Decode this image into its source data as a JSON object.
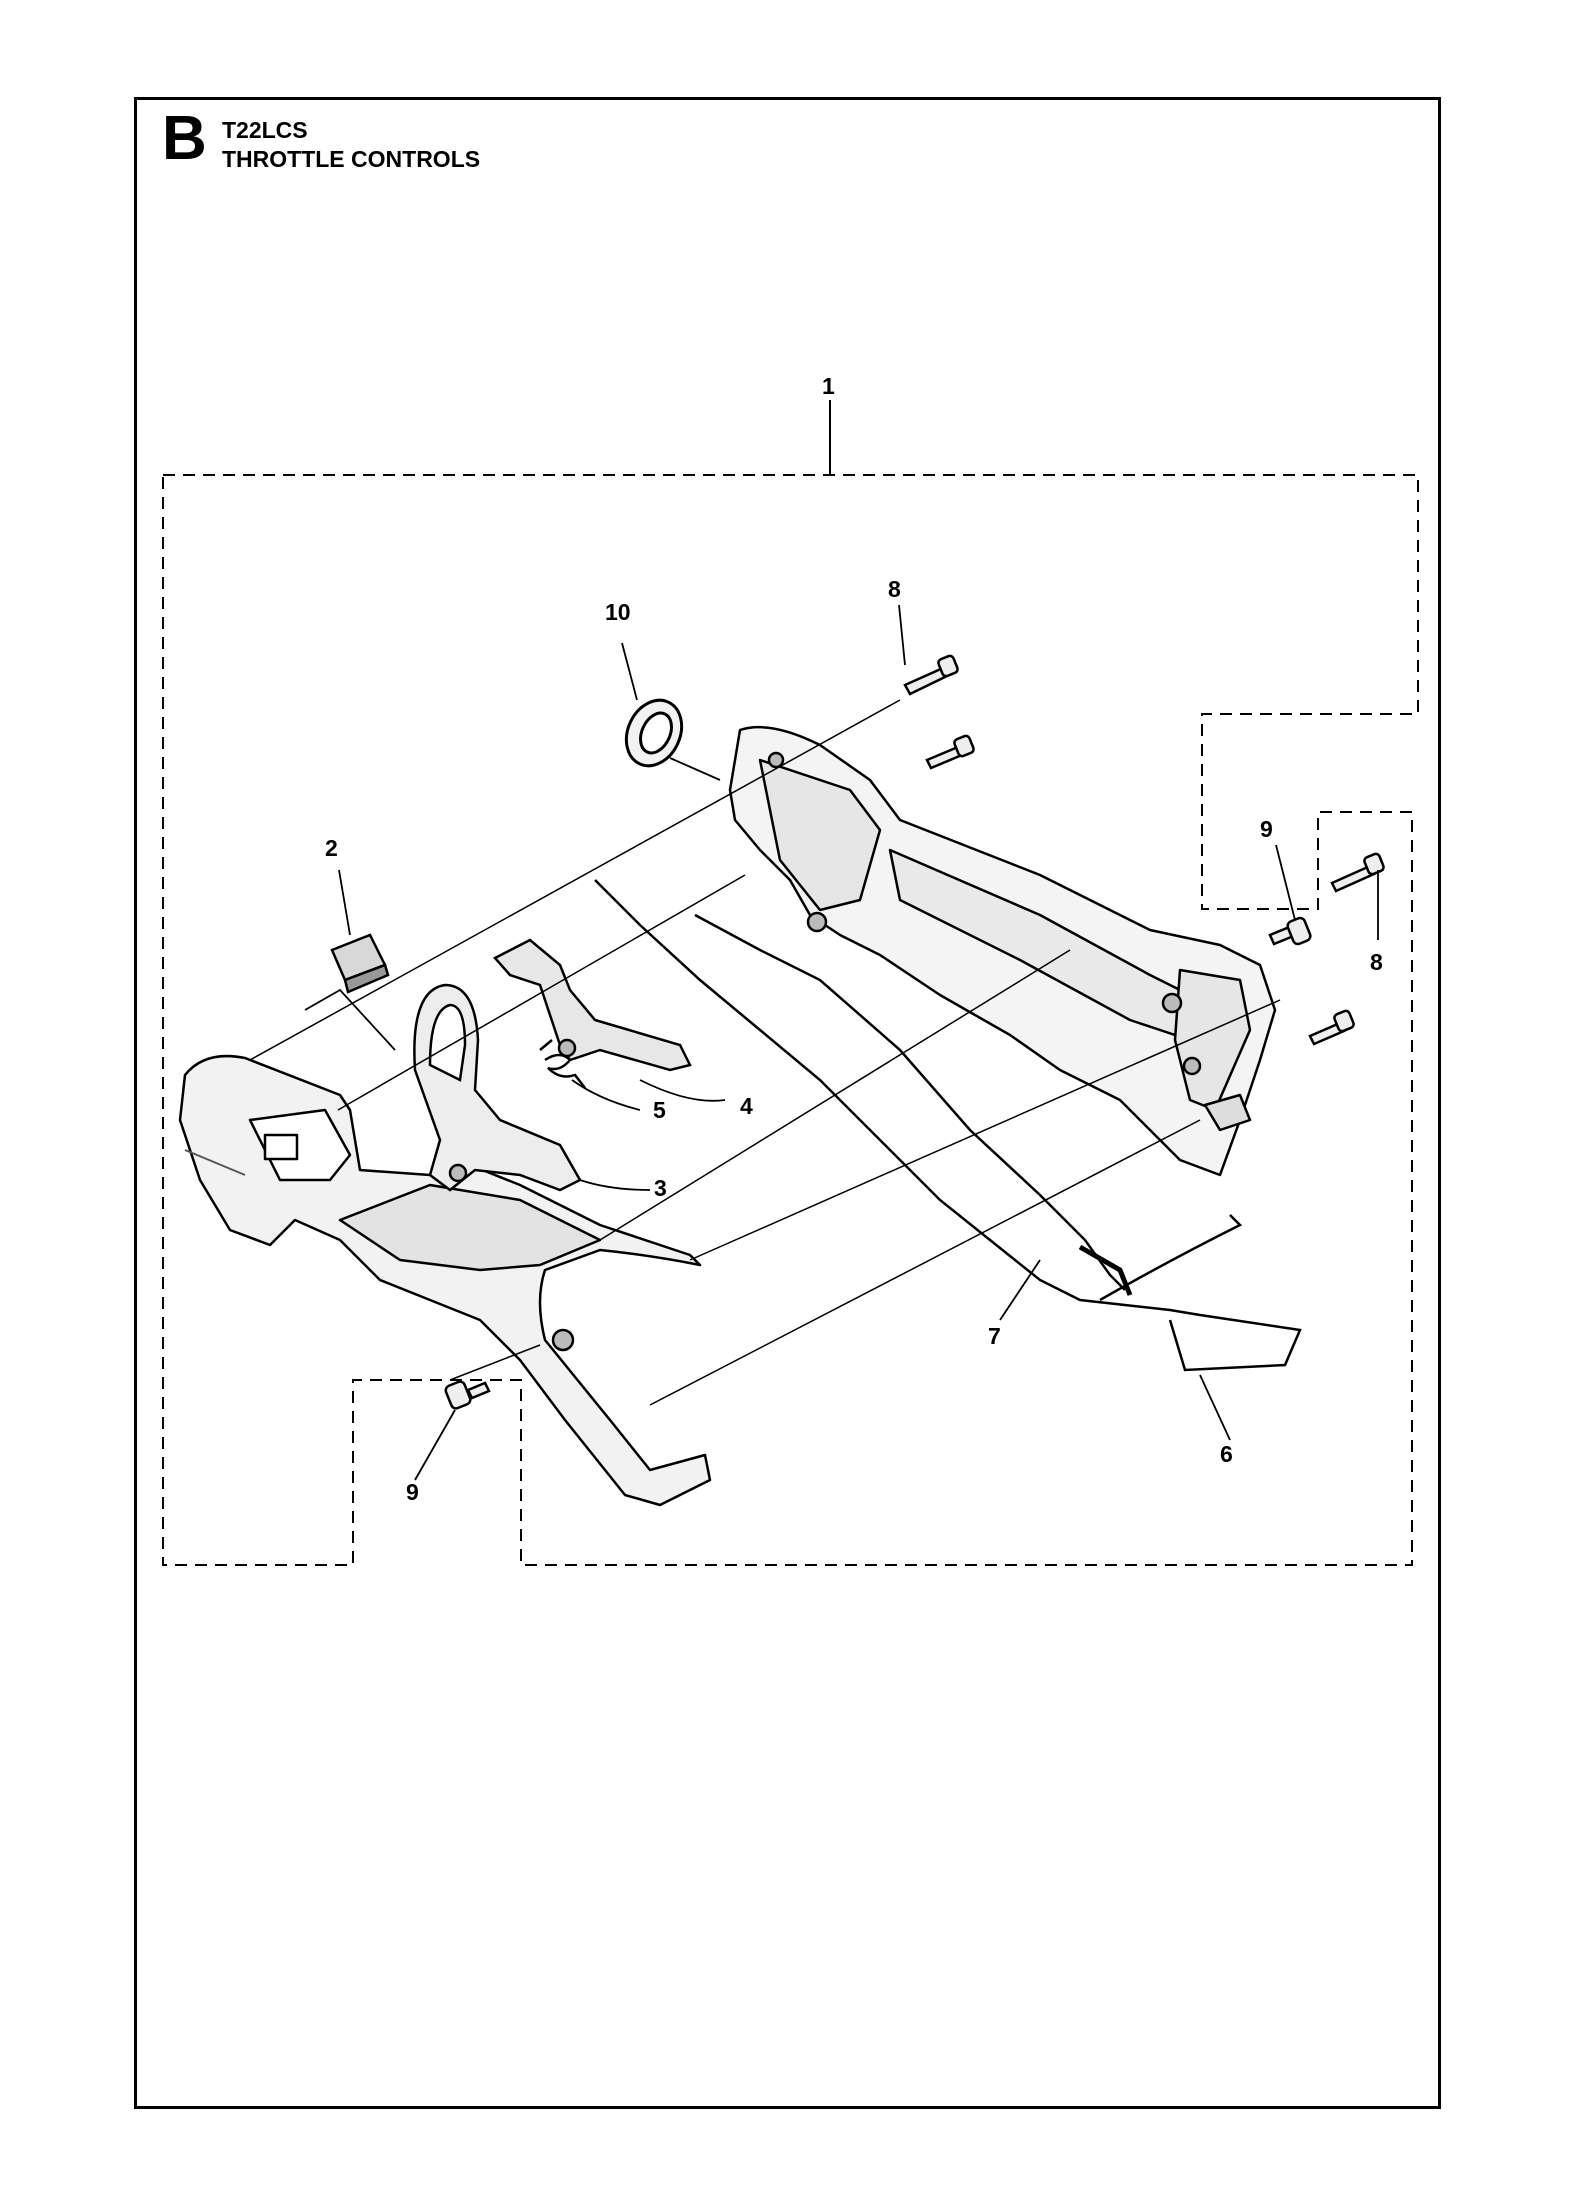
{
  "header": {
    "section_letter": "B",
    "model": "T22LCS",
    "title": "THROTTLE CONTROLS"
  },
  "callouts": [
    {
      "id": "c1",
      "label": "1"
    },
    {
      "id": "c2",
      "label": "2"
    },
    {
      "id": "c3",
      "label": "3"
    },
    {
      "id": "c4",
      "label": "4"
    },
    {
      "id": "c5",
      "label": "5"
    },
    {
      "id": "c6",
      "label": "6"
    },
    {
      "id": "c7",
      "label": "7"
    },
    {
      "id": "c8a",
      "label": "8"
    },
    {
      "id": "c8b",
      "label": "8"
    },
    {
      "id": "c9a",
      "label": "9"
    },
    {
      "id": "c9b",
      "label": "9"
    },
    {
      "id": "c10",
      "label": "10"
    }
  ]
}
